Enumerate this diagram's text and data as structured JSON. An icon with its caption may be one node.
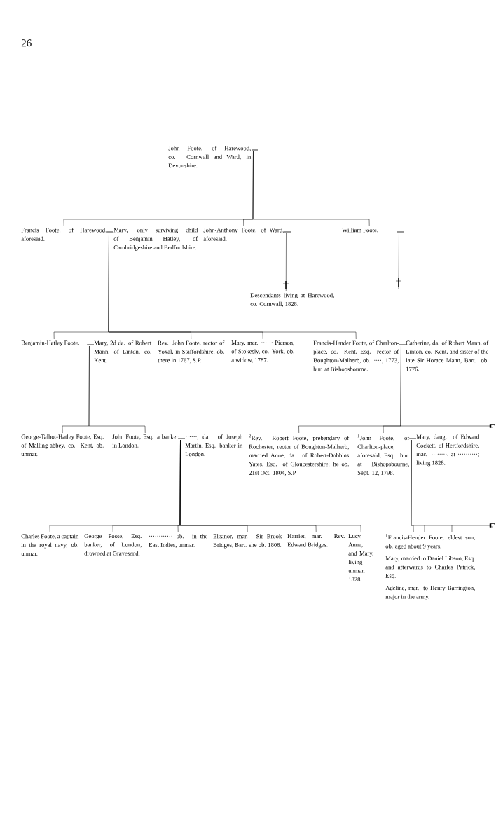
{
  "diagram": {
    "nodes": [
      {
        "text": [
          "John Foote, of Harewood, co. Cornwall and Ward, in Devonshire."
        ]
      },
      {
        "text": [
          "Francis Foote, of Harewood. aforesaid."
        ]
      },
      {
        "text": [
          "Mary, only surviving child of Benjamin Hatley, of Cambridgeshire and Bedfordshire."
        ]
      },
      {
        "text": [
          "John-Anthony Foote, of Ward, aforesaid."
        ]
      },
      {
        "text": [
          "William Foote."
        ]
      },
      {
        "text": [
          "Descendants living at Harewood, co. Cornwall, 1828."
        ]
      },
      {
        "text": [
          "Benjamin-Hatley Foote."
        ]
      },
      {
        "text": [
          "Mary, 2d da. of Robert Mann, of Linton, co. Kent."
        ]
      },
      {
        "text": [
          "Rev. John Foote, rector of Yoxal, in Staffordshire, ob. there in 1767, S.P."
        ]
      },
      {
        "text": [
          "Mary, mar. ······ Pierson, of Stokesly, co. York, ob. a widow, 1787."
        ]
      },
      {
        "text": [
          "Francis-Hender Foote, of Charlton-place, co. Kent, Esq. rector of Boughton-Malherb, ob. ····, 1773, bur. at Bishopsbourne."
        ]
      },
      {
        "text": [
          "Catherine, da. of Robert Mann, of Linton, co. Kent, and sister of the late Sir Horace Mann, Bart. ob. 1776."
        ]
      },
      {
        "text": [
          "George-Talbot-Hatley Foote, Esq. of Malling-abbey, co. Kent, ob. unmar."
        ]
      },
      {
        "text": [
          "John Foote, Esq. a banker in London."
        ]
      },
      {
        "text": [
          "······, da. of Joseph Martin, Esq. banker in London."
        ]
      },
      {
        "text": [
          "$^{2}$Rev. Robert Foote, prebendary of Rochester, rector of Boughton-Malherb, married Anne, da. of Robert-Dobbins Yates, Esq. of Gloucestershire; he ob. 21st Oct. 1804, S.P."
        ]
      },
      {
        "text": [
          "$^{1}$John Foote, of Charlton-place, aforesaid, Esq. bur. at Bishopsbourne, Sept. 12, 1798."
        ]
      },
      {
        "text": [
          "Mary, daug. of Edward Cockett, of Hertfordshire, mar. ········, at ··········; living 1828."
        ]
      },
      {
        "text": [
          "Charles Foote, a captain in the royal navy, ob. unmar."
        ]
      },
      {
        "text": [
          "George Foote, Esq. banker, of London, drowned at Gravesend."
        ]
      },
      {
        "text": [
          "············ ob. in the East Indies, unmar."
        ]
      },
      {
        "text": [
          "Eleanor, mar. Sir Brook Bridges, Bart. she ob. 1806."
        ]
      },
      {
        "text": [
          "Harriet, mar. Rev. Edward Bridges."
        ]
      },
      {
        "text": [
          "Lucy, Anne, and Mary, living unmar. 1828."
        ]
      },
      {
        "text": [
          "$^{1}$Francis-Hender Foote, eldest son, ob. aged about 9 years.",
          "Mary, married to Daniel Libson, Esq. and afterwards to Charles Patrick, Esq.",
          "Adeline, mar. to Henry Barrington, major in the army."
        ]
      },
      {
        "text": [],
        "shape": "hand"
      },
      {
        "text": [],
        "shape": "hand"
      }
    ],
    "edges": [
      {
        "from": 0,
        "to": 1,
        "arrow": "none"
      },
      {
        "from": 0,
        "to": 3,
        "arrow": "none"
      },
      {
        "from": 0,
        "to": 4,
        "arrow": "none"
      },
      {
        "from": 1,
        "to": 2,
        "arrow": "none"
      },
      {
        "from": 3,
        "to": 5,
        "arrow": "none"
      },
      {
        "from": 4,
        "to": null,
        "arrow": "none"
      },
      {
        "from": 1,
        "to": 6,
        "arrow": "none"
      },
      {
        "from": 1,
        "to": 8,
        "arrow": "none"
      },
      {
        "from": 1,
        "to": 9,
        "arrow": "none"
      },
      {
        "from": 1,
        "to": 10,
        "arrow": "none"
      },
      {
        "from": 6,
        "to": 7,
        "arrow": "none"
      },
      {
        "from": 10,
        "to": 11,
        "arrow": "none"
      },
      {
        "from": 6,
        "to": 12,
        "arrow": "none"
      },
      {
        "from": 6,
        "to": 13,
        "arrow": "none"
      },
      {
        "from": 13,
        "to": 14,
        "arrow": "none"
      },
      {
        "from": 10,
        "to": 15,
        "arrow": "none"
      },
      {
        "from": 10,
        "to": 16,
        "arrow": "none"
      },
      {
        "from": 10,
        "to": 25,
        "arrow": "none"
      },
      {
        "from": 16,
        "to": 17,
        "arrow": "none"
      },
      {
        "from": 13,
        "to": 18,
        "arrow": "none"
      },
      {
        "from": 13,
        "to": 19,
        "arrow": "none"
      },
      {
        "from": 13,
        "to": 20,
        "arrow": "none"
      },
      {
        "from": 13,
        "to": 21,
        "arrow": "none"
      },
      {
        "from": 13,
        "to": 22,
        "arrow": "none"
      },
      {
        "from": 13,
        "to": 23,
        "arrow": "none"
      },
      {
        "from": 16,
        "to": 24,
        "arrow": "none"
      },
      {
        "from": 16,
        "to": 26,
        "arrow": "none"
      }
    ],
    "labels": [
      "26"
    ]
  }
}
